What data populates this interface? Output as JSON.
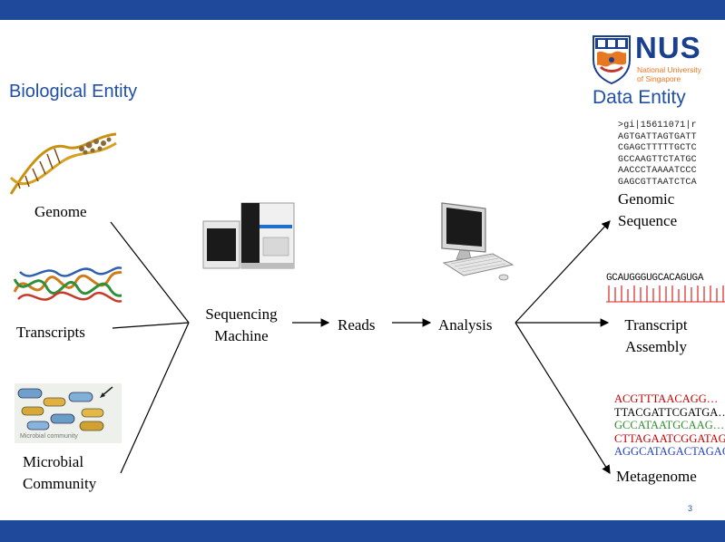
{
  "colors": {
    "top_bar": "#1f4a9c",
    "bottom_bar": "#1f4a9c",
    "heading": "#1f4fa6",
    "nus_blue": "#1a3f8f",
    "nus_orange": "#e87722",
    "sequence_red": "#c00000",
    "sequence_green": "#2e8b2e",
    "sequence_blue": "#1f3fbf"
  },
  "logo": {
    "name": "NUS",
    "line1": "National University",
    "line2": "of Singapore"
  },
  "headings": {
    "left": "Biological Entity",
    "right": "Data Entity"
  },
  "left_labels": {
    "genome": "Genome",
    "transcripts": "Transcripts",
    "microbial_1": "Microbial",
    "microbial_2": "Community"
  },
  "center_labels": {
    "sequencing_1": "Sequencing",
    "sequencing_2": "Machine",
    "reads": "Reads",
    "analysis": "Analysis"
  },
  "right_labels": {
    "genomic_1": "Genomic",
    "genomic_2": "Sequence",
    "transcript_1": "Transcript",
    "transcript_2": "Assembly",
    "metagenome": "Metagenome"
  },
  "genomic_text": [
    ">gi|15611071|r",
    "AGTGATTAGTGATT",
    "CGAGCTTTTTGCTC",
    "GCCAAGTTCTATGC",
    "AACCCTAAAATCCC",
    "GAGCGTTAATCTCA"
  ],
  "chromatogram_text": "GCAUGGGUGCACAGUGA",
  "metagenome_reads": [
    {
      "text": "ACGTTTAACAGG…",
      "color": "#c00000"
    },
    {
      "text": "TTACGATTCGATGA…",
      "color": "#000000"
    },
    {
      "text": "GCCATAATGCAAG…",
      "color": "#2e8b2e"
    },
    {
      "text": "CTTAGAATCGGATAG",
      "color": "#c00000"
    },
    {
      "text": "AGGCATAGACTAGAC",
      "color": "#1f3fbf"
    }
  ],
  "microbe_caption": "Microbial community",
  "page_number": "3"
}
